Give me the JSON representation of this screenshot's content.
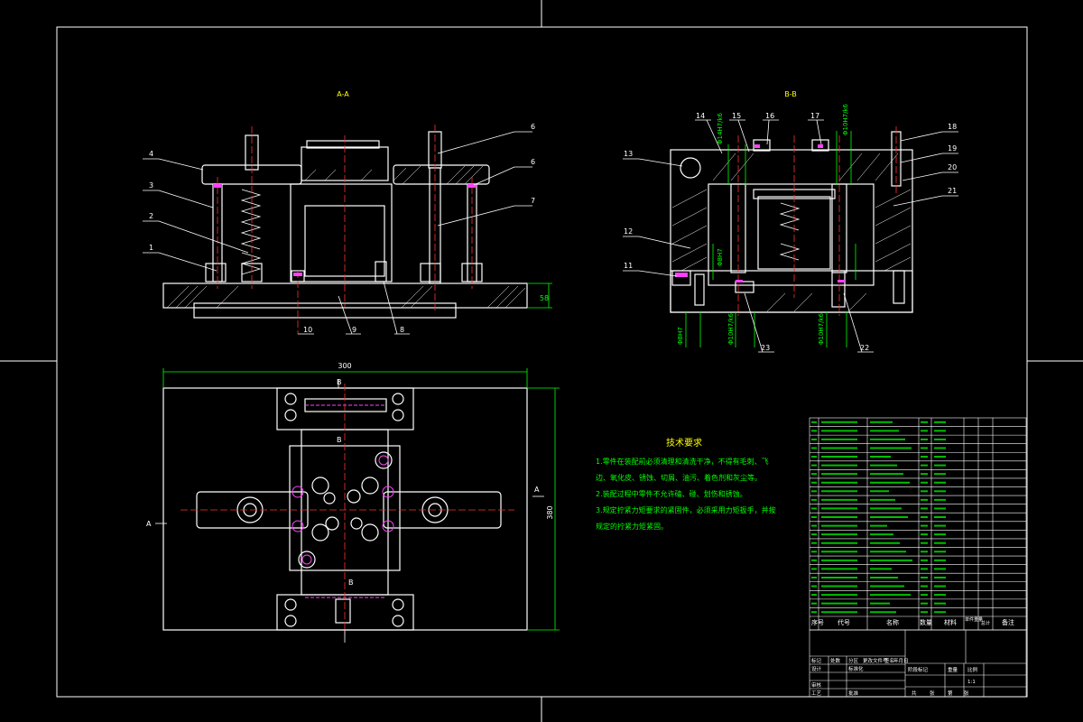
{
  "views": {
    "section_aa_label": "A-A",
    "section_bb_label": "B-B"
  },
  "callouts_aa": [
    "4",
    "3",
    "2",
    "1",
    "6",
    "6",
    "7",
    "10",
    "9",
    "8"
  ],
  "callouts_bb": [
    "14",
    "15",
    "16",
    "17",
    "13",
    "12",
    "11",
    "18",
    "19",
    "20",
    "21",
    "23",
    "22"
  ],
  "dimensions": {
    "height_aa": "58",
    "plan_width": "300",
    "plan_height": "380",
    "fit_top_1": "Φ14H7/k6",
    "fit_top_2": "Φ10H7/k6",
    "fit_side": "Φ8H7",
    "fit_bottom_1": "Φ8H7",
    "fit_bottom_2": "Φ10H7/k6",
    "fit_bottom_3": "Φ10H7/k6"
  },
  "plan_markers": {
    "a_left": "A",
    "a_right": "A",
    "b_top": "B",
    "b_bottom": "B",
    "b_left": "B"
  },
  "tech_requirements": {
    "title": "技术要求",
    "items": [
      "1.零件在装配前必须清理和清洗干净，不得有毛刺、飞",
      "边、氧化皮、锈蚀、切屑、油污、着色剂和灰尘等。",
      "2.装配过程中零件不允许磕、碰、划伤和锈蚀。",
      "3.规定拧紧力矩要求的紧固件，必须采用力矩扳手，并按",
      "规定的拧紧力矩紧固。"
    ]
  },
  "colors": {
    "frame": "#ffffff",
    "part": "#ffffff",
    "center": "#ff3030",
    "dim": "#00ff00",
    "leader": "#ffffff",
    "hatch": "#ffffff",
    "magenta": "#ff40ff",
    "yellow": "#ffff00"
  },
  "bom_header": [
    "序号",
    "代号",
    "名称",
    "数量",
    "材料",
    "单件重量",
    "总计",
    "备注"
  ],
  "title_block": {
    "labels": [
      "标记",
      "处数",
      "分区",
      "更改文件号",
      "签名",
      "年月日",
      "设计",
      "标准化",
      "审核",
      "工艺",
      "批准",
      "阶段标记",
      "重量",
      "比例",
      "共",
      "张",
      "第",
      "张"
    ],
    "scale": "1:1"
  }
}
